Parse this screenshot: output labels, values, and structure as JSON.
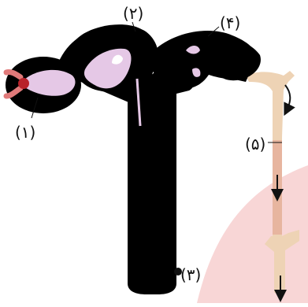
{
  "labels": {
    "l1": "(۱)",
    "l2": "(۲)",
    "l3": "(۳)",
    "l4": "(۴)",
    "l5": "(۵)"
  },
  "colors": {
    "tubule": "#000000",
    "lumen": "#e5c8e6",
    "vessel": "#e07a7a",
    "collecting_duct": "#eed3b5",
    "collecting_duct_lower": "#e7b59f",
    "medulla_region": "#f8d6d6",
    "arrow": "#111111"
  }
}
